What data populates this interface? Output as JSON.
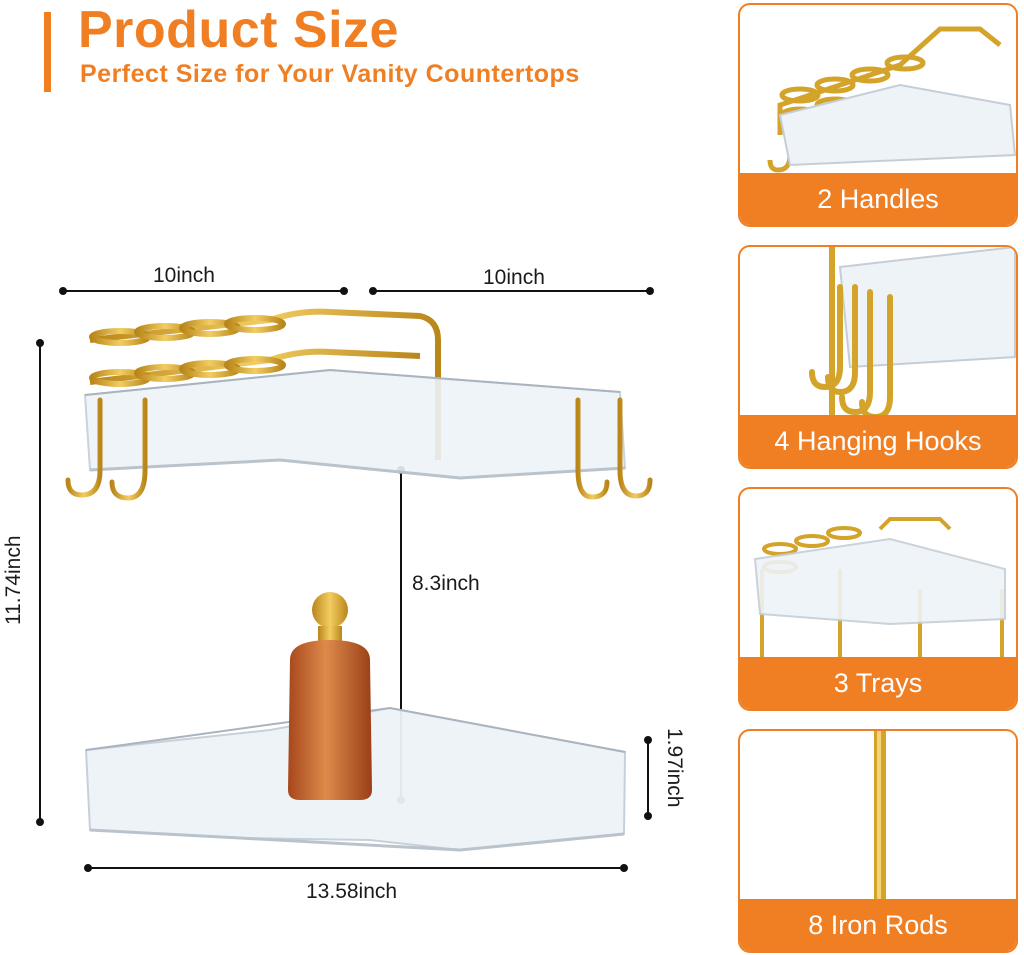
{
  "header": {
    "title": "Product Size",
    "subtitle": "Perfect Size for Your Vanity Countertops"
  },
  "dimensions": {
    "left_depth": "10inch",
    "right_depth": "10inch",
    "total_height": "11.74inch",
    "tier_gap": "8.3inch",
    "tray_height": "1.97inch",
    "width": "13.58inch"
  },
  "features": [
    {
      "label": "2 Handles"
    },
    {
      "label": "4 Hanging Hooks"
    },
    {
      "label": "3 Trays"
    },
    {
      "label": "8 Iron Rods"
    }
  ],
  "colors": {
    "accent": "#f07f24",
    "gold": "#d4a32a",
    "text": "#1b1b1b"
  }
}
